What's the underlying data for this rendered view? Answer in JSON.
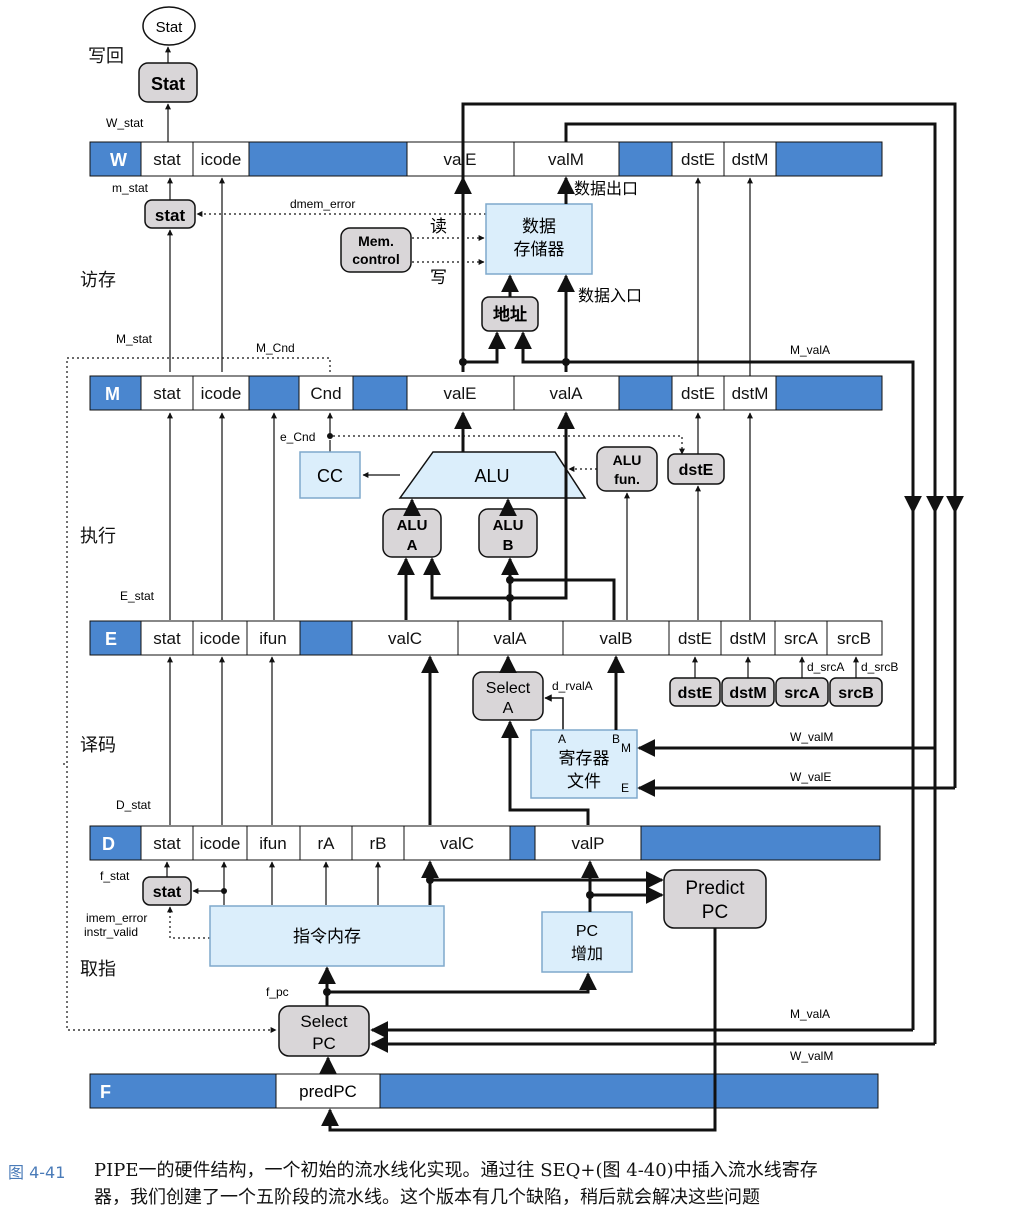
{
  "stages": {
    "writeback": "写回",
    "memory": "访存",
    "execute": "执行",
    "decode": "译码",
    "fetch": "取指"
  },
  "registers": {
    "W": {
      "name": "W",
      "fields": {
        "stat": "stat",
        "icode": "icode",
        "valE": "valE",
        "valM": "valM",
        "dstE": "dstE",
        "dstM": "dstM"
      }
    },
    "M": {
      "name": "M",
      "fields": {
        "stat": "stat",
        "icode": "icode",
        "Cnd": "Cnd",
        "valE": "valE",
        "valA": "valA",
        "dstE": "dstE",
        "dstM": "dstM"
      }
    },
    "E": {
      "name": "E",
      "fields": {
        "stat": "stat",
        "icode": "icode",
        "ifun": "ifun",
        "valC": "valC",
        "valA": "valA",
        "valB": "valB",
        "dstE": "dstE",
        "dstM": "dstM",
        "srcA": "srcA",
        "srcB": "srcB"
      }
    },
    "D": {
      "name": "D",
      "fields": {
        "stat": "stat",
        "icode": "icode",
        "ifun": "ifun",
        "rA": "rA",
        "rB": "rB",
        "valC": "valC",
        "valP": "valP"
      }
    },
    "F": {
      "name": "F",
      "fields": {
        "predPC": "predPC"
      }
    }
  },
  "blocks": {
    "stat_out": "Stat",
    "stat_w": "Stat",
    "stat_m": "stat",
    "stat_f": "stat",
    "data_mem": [
      "数据",
      "存储器"
    ],
    "mem_control": [
      "Mem.",
      "control"
    ],
    "addr": "地址",
    "cc": "CC",
    "alu": "ALU",
    "alu_fun": [
      "ALU",
      "fun."
    ],
    "dste_e": "dstE",
    "alu_a": [
      "ALU",
      "A"
    ],
    "alu_b": [
      "ALU",
      "B"
    ],
    "d_dste": "dstE",
    "d_dstm": "dstM",
    "d_srca": "srcA",
    "d_srcb": "srcB",
    "select_a": [
      "Select",
      "A"
    ],
    "reg_file": [
      "寄存器",
      "文件"
    ],
    "reg_ports": {
      "A": "A",
      "B": "B",
      "M": "M",
      "E": "E"
    },
    "instr_mem": "指令内存",
    "pc_inc": [
      "PC",
      "增加"
    ],
    "predict_pc": [
      "Predict",
      "PC"
    ],
    "select_pc": [
      "Select",
      "PC"
    ]
  },
  "signals": {
    "W_stat": "W_stat",
    "m_stat": "m_stat",
    "dmem_error": "dmem_error",
    "read": "读",
    "write": "写",
    "data_out": "数据出口",
    "data_in": "数据入口",
    "M_stat": "M_stat",
    "M_Cnd": "M_Cnd",
    "M_valA_top": "M_valA",
    "e_Cnd": "e_Cnd",
    "E_stat": "E_stat",
    "d_srcA": "d_srcA",
    "d_srcB": "d_srcB",
    "d_rvalA": "d_rvalA",
    "W_valM_reg": "W_valM",
    "W_valE_reg": "W_valE",
    "D_stat": "D_stat",
    "f_stat": "f_stat",
    "imem_error": "imem_error",
    "instr_valid": "instr_valid",
    "f_pc": "f_pc",
    "M_valA_sel": "M_valA",
    "W_valM_sel": "W_valM"
  },
  "caption": {
    "label": "图 4-41",
    "line1": "PIPE一的硬件结构，一个初始的流水线化实现。通过往 SEQ+(图 4-40)中插入流水线寄存",
    "line2": "器，我们创建了一个五阶段的流水线。这个版本有几个缺陷，稍后就会解决这些问题"
  },
  "colors": {
    "register_fill": "#4a86cf",
    "register_dark": "#2f6db8",
    "block_fill": "#dbeefb",
    "block_stroke": "#7fa9cc",
    "control_fill": "#d9d6d8",
    "wire": "#111111",
    "caption_label": "#4a7bb8"
  }
}
